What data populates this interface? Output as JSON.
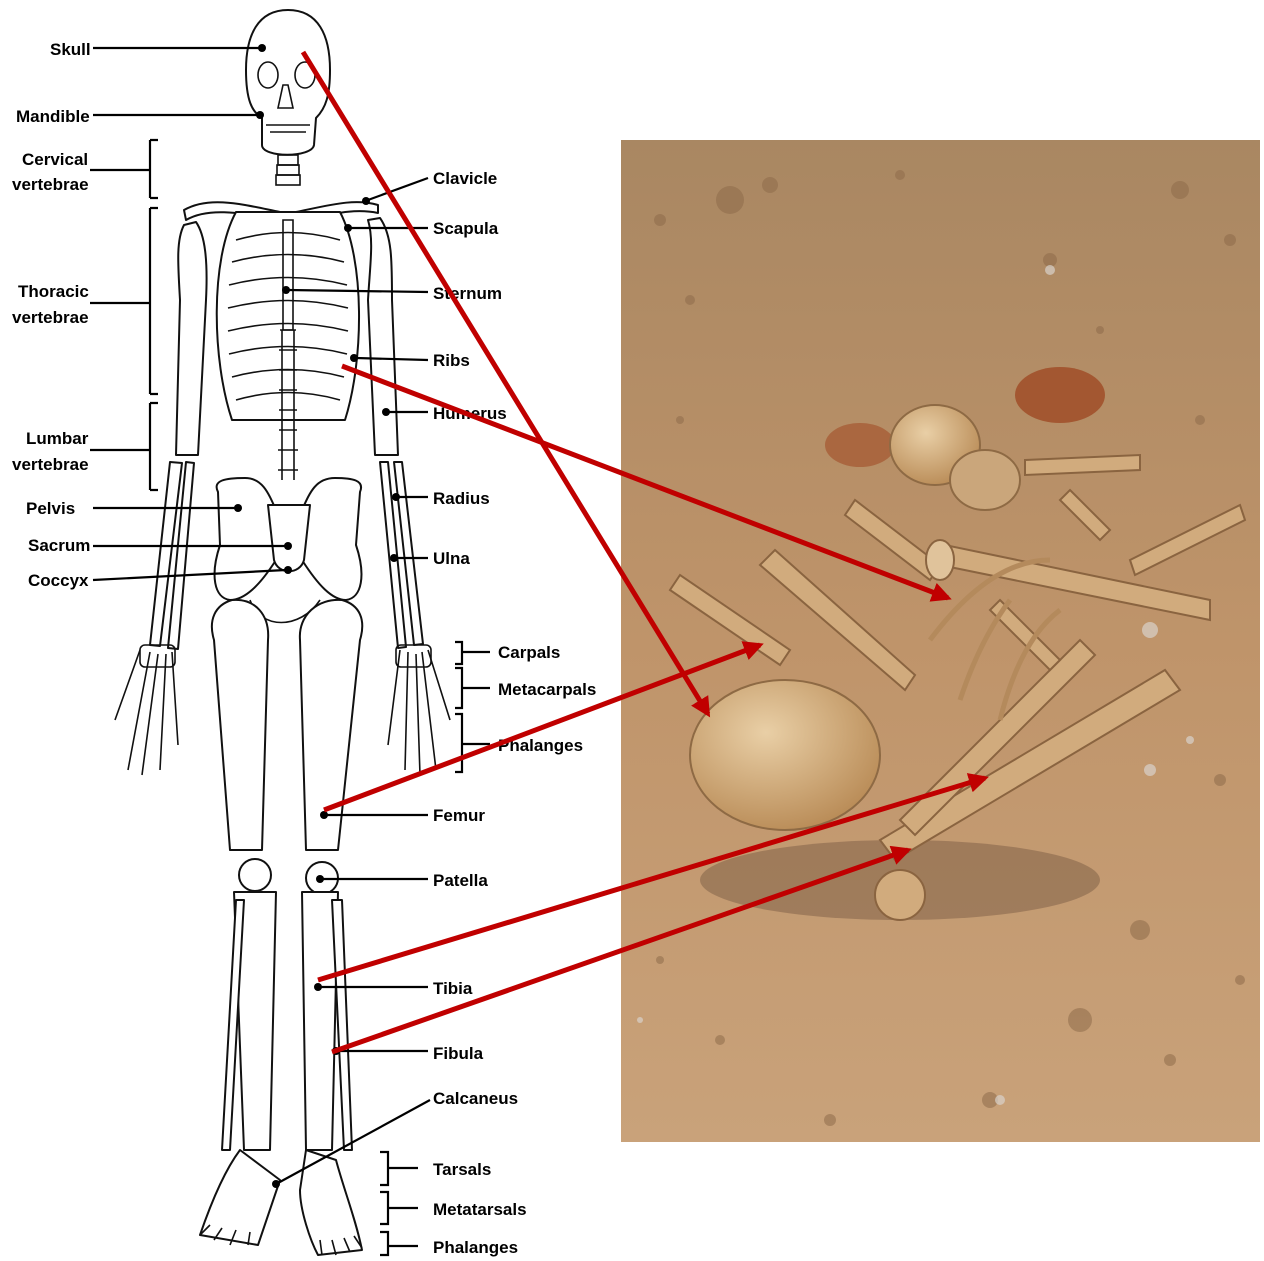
{
  "colors": {
    "arrow": "#c00000",
    "soil": "#b58a5a",
    "bone_photo": "#d7b58a"
  },
  "labels": {
    "skull": "Skull",
    "mandible": "Mandible",
    "cervical_1": "Cervical",
    "cervical_2": "vertebrae",
    "thoracic_1": "Thoracic",
    "thoracic_2": "vertebrae",
    "lumbar_1": "Lumbar",
    "lumbar_2": "vertebrae",
    "pelvis": "Pelvis",
    "sacrum": "Sacrum",
    "coccyx": "Coccyx",
    "clavicle": "Clavicle",
    "scapula": "Scapula",
    "sternum": "Sternum",
    "ribs": "Ribs",
    "humerus": "Humerus",
    "radius": "Radius",
    "ulna": "Ulna",
    "carpals": "Carpals",
    "metacarpals": "Metacarpals",
    "phalanges_hand": "Phalanges",
    "femur": "Femur",
    "patella": "Patella",
    "tibia": "Tibia",
    "fibula": "Fibula",
    "calcaneus": "Calcaneus",
    "tarsals": "Tarsals",
    "metatarsals": "Metatarsals",
    "phalanges_foot": "Phalanges"
  },
  "photo": {
    "icon": "excavated-bones-photo"
  }
}
